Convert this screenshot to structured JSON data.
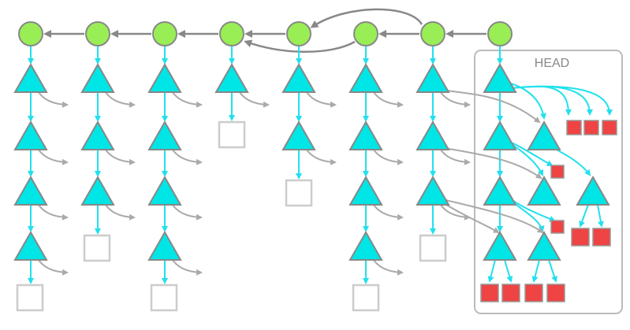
{
  "head_box": {
    "label": "HEAD"
  },
  "colors": {
    "commit": "#99ee55",
    "tree": "#00e5e5",
    "new_blob": "#ee4444",
    "old_blob_outline": "#cccccc",
    "pointer_cyan": "#22e0ee",
    "pointer_gray": "#aaaaaa",
    "parent_link": "#888888"
  },
  "icons": {
    "commit": "green-circle-node",
    "tree": "cyan-triangle-node",
    "blob_reused": "white-square-node",
    "blob_new": "red-square-node"
  }
}
